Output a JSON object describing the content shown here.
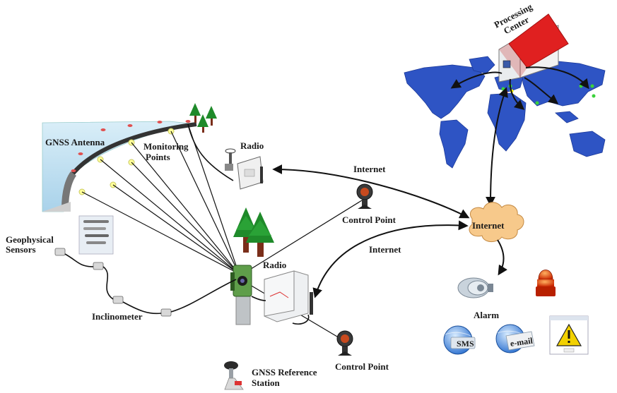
{
  "labels": {
    "processing_center": [
      "Processing",
      "Center"
    ],
    "gnss_antenna": "GNSS Antenna",
    "monitoring_points": [
      "Monitoring",
      "Points"
    ],
    "radio_top": "Radio",
    "internet_top": "Internet",
    "internet_cloud": "Internet",
    "internet_mid": "Internet",
    "control_point_top": "Control Point",
    "control_point_bottom": "Control Point",
    "radio_mid": "Radio",
    "geophysical_sensors": [
      "Geophysical",
      "Sensors"
    ],
    "inclinometer": "Inclinometer",
    "alarm": "Alarm",
    "sms": "SMS",
    "email": "e-mail",
    "gnss_reference_station": [
      "GNSS Reference",
      "Station"
    ]
  },
  "colors": {
    "map_blue": "#2e54c4",
    "water": "#cfe6f2",
    "roof_red": "#e02020",
    "tree_green": "#1f8a2a",
    "trunk_brown": "#7a2e1a",
    "cloud": "#f7c98b",
    "alarm_red": "#d22800",
    "warning_yellow": "#f2d100"
  },
  "icons": [
    "house-icon",
    "world-map-icon",
    "tree-icon",
    "radio-antenna-icon",
    "prism-icon",
    "total-station-icon",
    "cabinet-icon",
    "sensor-icon",
    "cloud-icon",
    "siren-icon",
    "beacon-icon",
    "globe-icon",
    "warning-icon",
    "gnss-receiver-icon"
  ]
}
